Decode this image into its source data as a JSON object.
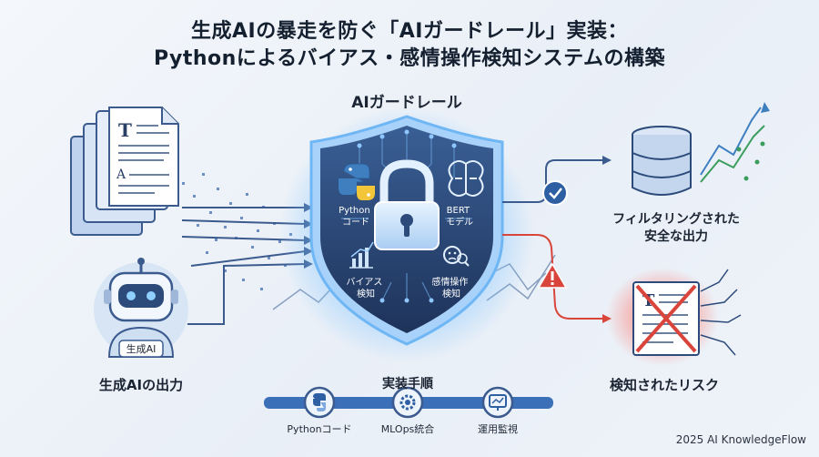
{
  "title": {
    "line1": "生成AIの暴走を防ぐ「AIガードレール」実装：",
    "line2": "Pythonによるバイアス・感情操作検知システムの構築"
  },
  "guardrail": {
    "title": "AIガードレール",
    "python": [
      "Python",
      "コード"
    ],
    "bert": [
      "BERT",
      "モデル"
    ],
    "bias": [
      "バイアス",
      "検知"
    ],
    "emotion": [
      "感情操作",
      "検知"
    ]
  },
  "input": {
    "robot_badge": "生成AI",
    "label": "生成AIの出力"
  },
  "outputs": {
    "safe": [
      "フィルタリングされた",
      "安全な出力"
    ],
    "risk": "検知されたリスク"
  },
  "steps": {
    "title": "実装手順",
    "items": [
      "Pythonコード",
      "MLOps統合",
      "運用監視"
    ]
  },
  "footer": "2025 AI KnowledgeFlow",
  "colors": {
    "accent_blue": "#3b6fb8",
    "shield_dark": "#243d66",
    "safe_green": "#2e8b57",
    "risk_red": "#d9443b"
  }
}
